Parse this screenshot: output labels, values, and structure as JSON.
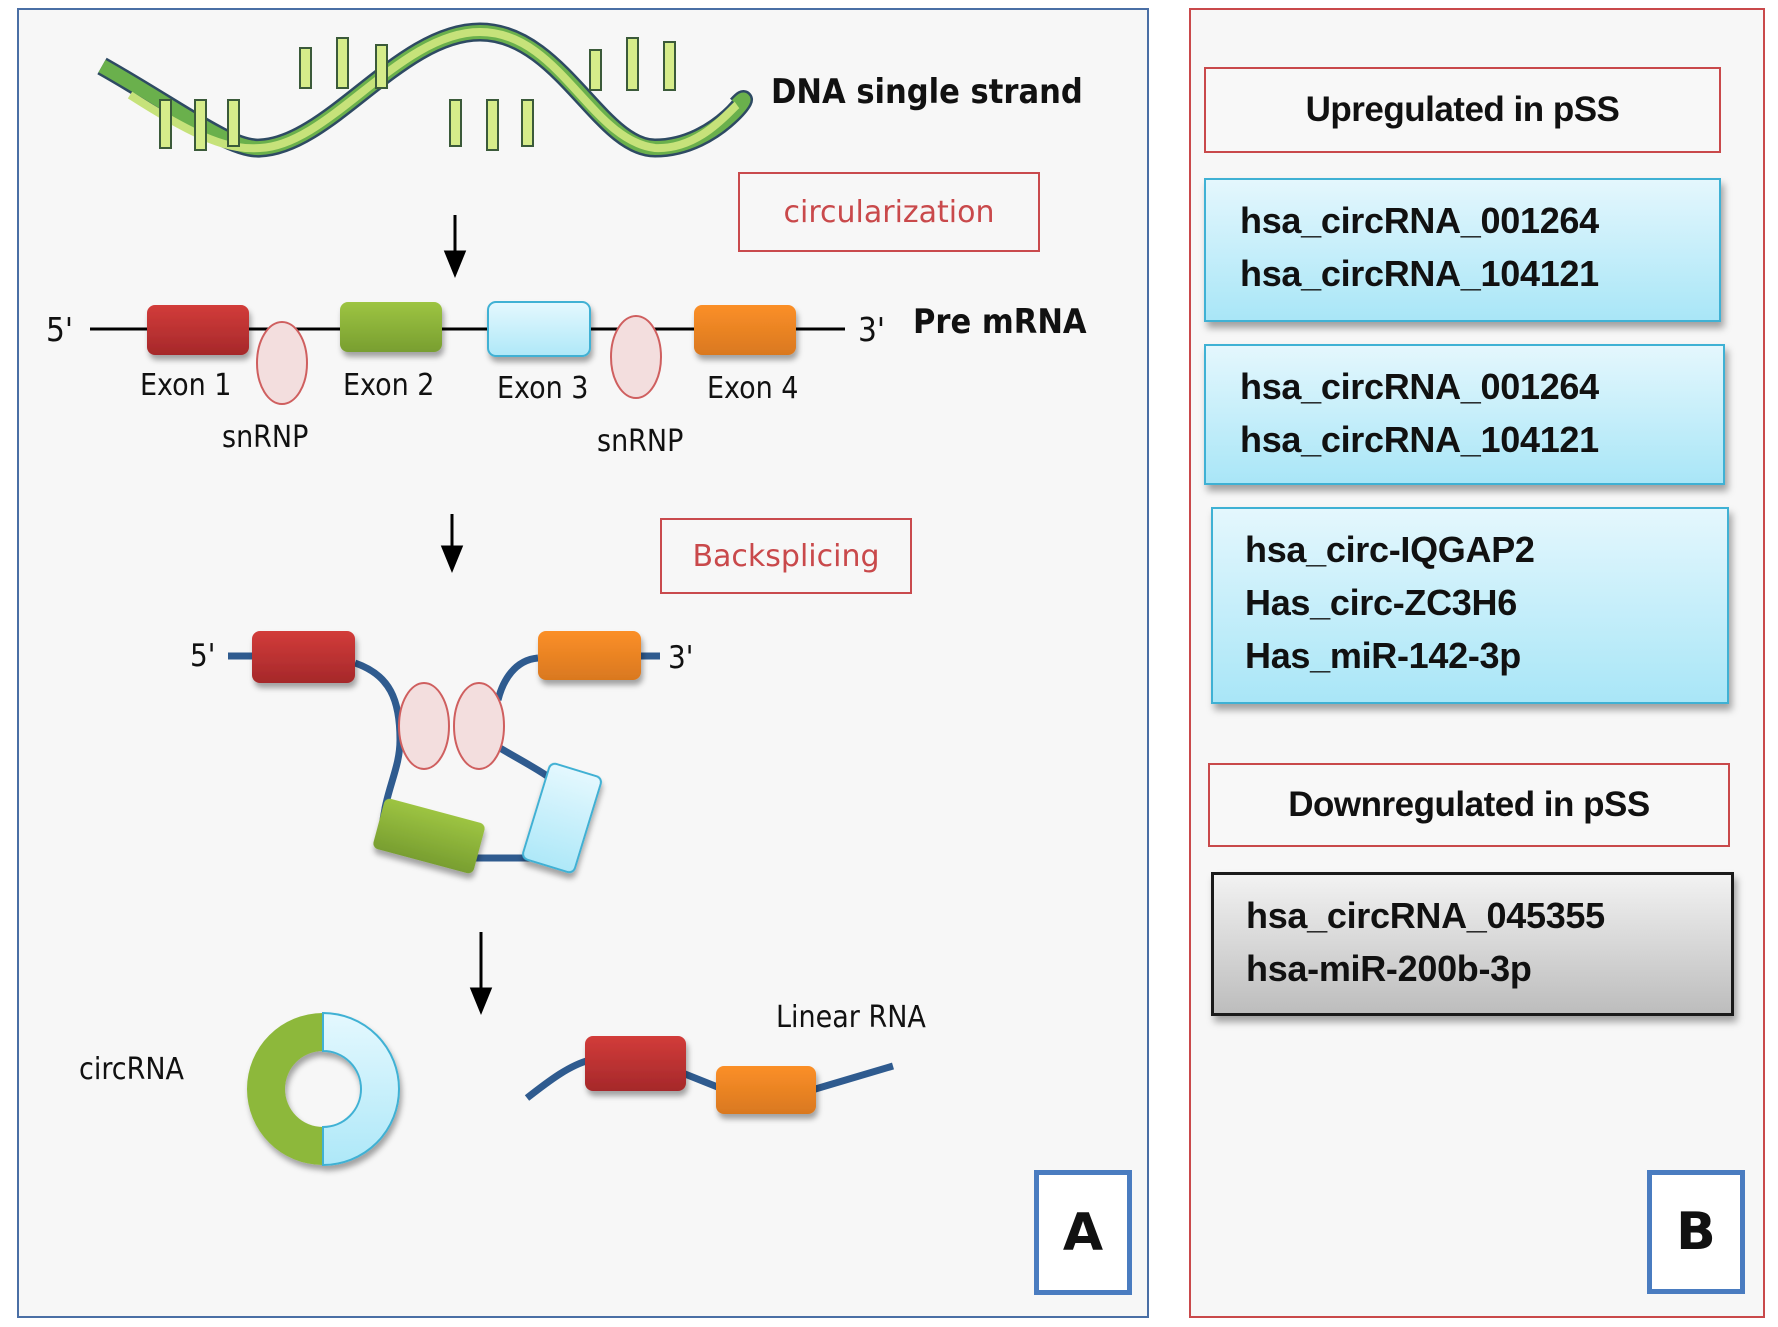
{
  "panel_a": {
    "dna_label": "DNA single strand",
    "step1_label": "circularization",
    "step2_label": "Backsplicing",
    "premrna": {
      "five_prime": "5'",
      "three_prime": "3'",
      "label": "Pre mRNA",
      "exons": [
        "Exon 1",
        "Exon 2",
        "Exon 3",
        "Exon 4"
      ],
      "snrnp_labels": [
        "snRNP",
        "snRNP"
      ]
    },
    "backspliced": {
      "five_prime": "5'",
      "three_prime": "3'"
    },
    "products": {
      "circ_label": "circRNA",
      "linear_label": "Linear RNA"
    },
    "corner_label": "A",
    "colors": {
      "exon1": "#c0312f",
      "exon2": "#8db83a",
      "exon3": "#bfeefa",
      "exon4": "#f28a22",
      "snrnp": "#f3dede",
      "rna_strand": "#2f5b8f"
    }
  },
  "panel_b": {
    "up_heading": "Upregulated in pSS",
    "up_groups": [
      [
        "hsa_circRNA_001264",
        "hsa_circRNA_104121"
      ],
      [
        "hsa_circRNA_001264",
        "hsa_circRNA_104121"
      ],
      [
        "hsa_circ-IQGAP2",
        "Has_circ-ZC3H6",
        "Has_miR-142-3p"
      ]
    ],
    "down_heading": "Downregulated in pSS",
    "down_groups": [
      [
        "hsa_circRNA_045355",
        "hsa-miR-200b-3p"
      ]
    ],
    "corner_label": "B"
  }
}
